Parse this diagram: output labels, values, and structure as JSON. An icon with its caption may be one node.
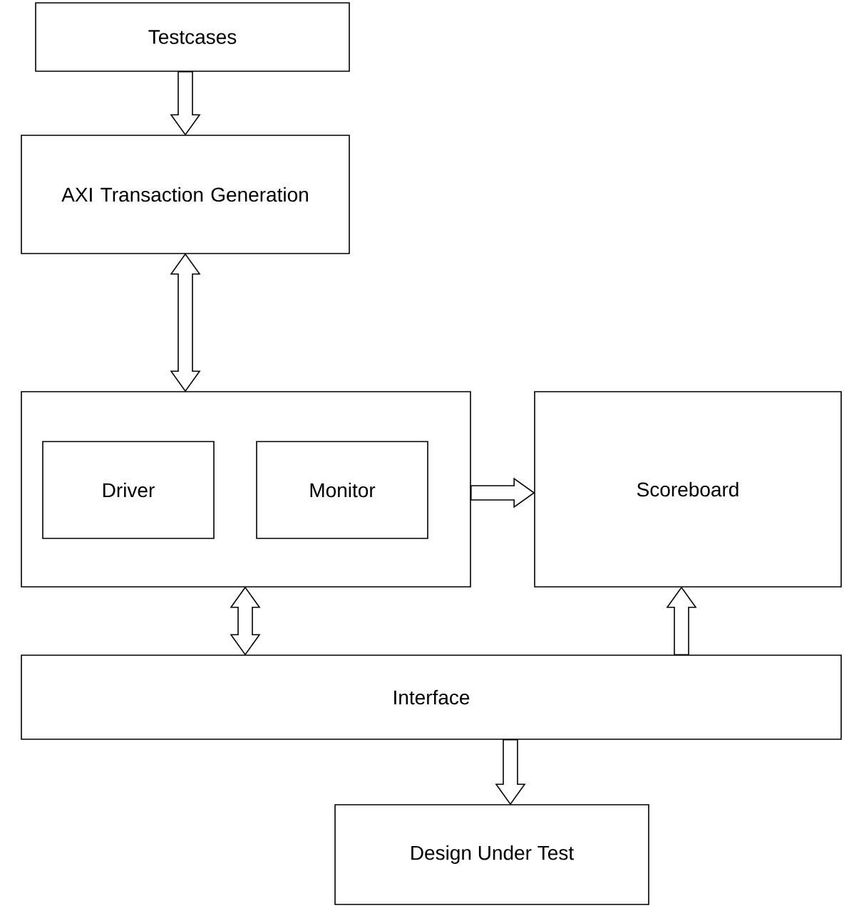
{
  "diagram": {
    "nodes": [
      {
        "text": [
          "Testcases"
        ]
      },
      {
        "text": [
          "AXI Transaction Generation"
        ]
      },
      {
        "text": [],
        "shape": "box"
      },
      {
        "text": [
          "Driver"
        ],
        "in": 2
      },
      {
        "text": [
          "Monitor"
        ],
        "in": 2
      },
      {
        "text": [
          "Scoreboard"
        ]
      },
      {
        "text": [
          "Interface"
        ]
      },
      {
        "text": [
          "Design Under Test"
        ]
      }
    ],
    "edges": [
      {
        "from": 0,
        "to": 1,
        "arrow": "to"
      },
      {
        "from": 1,
        "to": 2,
        "arrow": "both"
      },
      {
        "from": 2,
        "to": 5,
        "arrow": "to"
      },
      {
        "from": 2,
        "to": 6,
        "arrow": "both"
      },
      {
        "from": 6,
        "to": 5,
        "arrow": "to"
      },
      {
        "from": 6,
        "to": 7,
        "arrow": "to"
      }
    ]
  }
}
